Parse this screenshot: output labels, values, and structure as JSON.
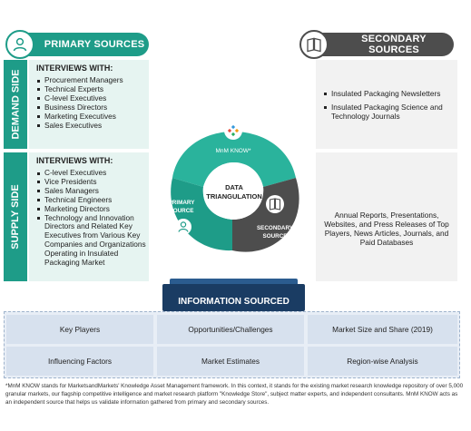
{
  "primary": {
    "title": "PRIMARY SOURCES",
    "demand_side_label": "DEMAND SIDE",
    "supply_side_label": "SUPPLY SIDE",
    "demand": {
      "heading": "INTERVIEWS WITH:",
      "items": [
        "Procurement Managers",
        "Technical Experts",
        "C-level Executives",
        "Business Directors",
        "Marketing Executives",
        "Sales Executives"
      ]
    },
    "supply": {
      "heading": "INTERVIEWS WITH:",
      "items": [
        "C-level Executives",
        "Vice Presidents",
        "Sales Managers",
        "Technical Engineers",
        "Marketing Directors",
        "Technology and Innovation Directors and Related Key Executives from Various Key Companies and Organizations Operating in Insulated Packaging Market"
      ]
    }
  },
  "secondary": {
    "title": "SECONDARY SOURCES",
    "items": [
      "Insulated Packaging Newsletters",
      "Insulated Packaging Science and Technology Journals"
    ],
    "text": "Annual Reports, Presentations, Websites, and Press Releases of Top Players, News Articles, Journals, and Paid Databases"
  },
  "triangulation": {
    "center_label_1": "DATA",
    "center_label_2": "TRIANGULATION",
    "top_label": "MnM KNOW*",
    "left_label_1": "PRIMARY",
    "left_label_2": "SOURCE",
    "right_label_1": "SECONDARY",
    "right_label_2": "SOURCE"
  },
  "info": {
    "title": "INFORMATION SOURCED",
    "cells": [
      "Key Players",
      "Opportunities/Challenges",
      "Market Size and Share (2019)",
      "Influencing Factors",
      "Market Estimates",
      "Region-wise Analysis"
    ]
  },
  "footnote": "*MnM KNOW stands for MarketsandMarkets' Knowledge Asset Management framework. In this context, it stands for the existing market research knowledge repository of over 5,000 granular markets, our flagship competitive intelligence and market research platform \"Knowledge Store\", subject matter experts, and independent consultants. MnM KNOW acts as an independent source that helps us validate information gathered from primary and secondary sources.",
  "colors": {
    "teal": "#1e9c88",
    "dark": "#4d4d4d",
    "navy": "#1a3c63",
    "red": "#c0392b"
  },
  "icons": {
    "primary": "person-icon",
    "secondary": "book-icon",
    "mnm": "mnm-logo-icon"
  }
}
